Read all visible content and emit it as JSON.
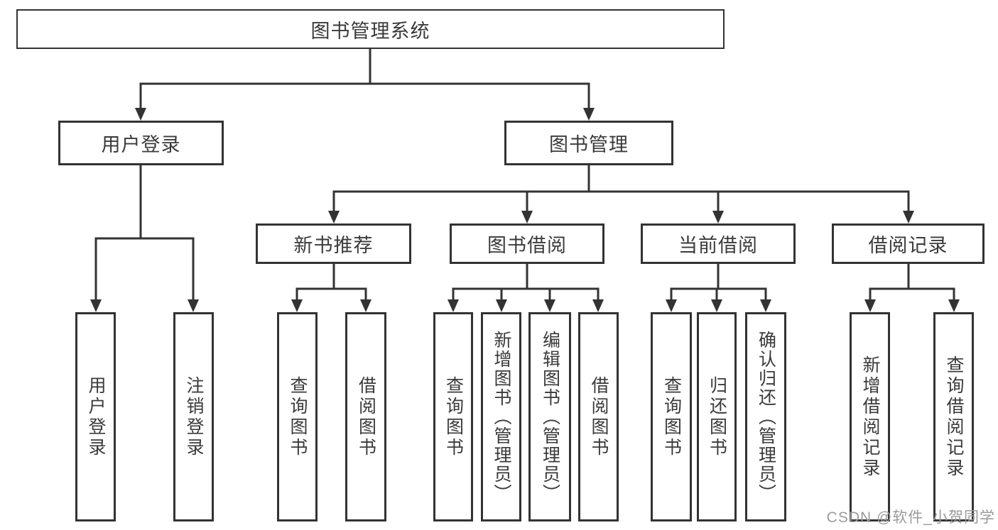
{
  "diagram_title": "图书管理系统",
  "nodes": {
    "root": "图书管理系统",
    "user_login": "用户登录",
    "book_mgmt": "图书管理",
    "new_rec": "新书推荐",
    "borrow": "图书借阅",
    "current": "当前借阅",
    "records": "借阅记录",
    "l_user_login": "用户登录",
    "l_logout": "注销登录",
    "l_query1": "查询图书",
    "l_borrow1": "借阅图书",
    "l_query2": "查询图书",
    "l_add_book": "新增图书（管理员）",
    "l_edit_book": "编辑图书（管理员）",
    "l_borrow2": "借阅图书",
    "l_query3": "查询图书",
    "l_return": "归还图书",
    "l_confirm": "确认归还（管理员）",
    "l_add_rec": "新增借阅记录",
    "l_query_rec": "查询借阅记录"
  },
  "hierarchy": {
    "图书管理系统": {
      "用户登录": [
        "用户登录",
        "注销登录"
      ],
      "图书管理": {
        "新书推荐": [
          "查询图书",
          "借阅图书"
        ],
        "图书借阅": [
          "查询图书",
          "新增图书（管理员）",
          "编辑图书（管理员）",
          "借阅图书"
        ],
        "当前借阅": [
          "查询图书",
          "归还图书",
          "确认归还（管理员）"
        ],
        "借阅记录": [
          "新增借阅记录",
          "查询借阅记录"
        ]
      }
    }
  },
  "watermark": "CSDN @软件_小贺同学",
  "colors": {
    "line": "#333333",
    "box_border": "#333333",
    "text": "#3a3a3a",
    "watermark": "#9b9b9b",
    "background": "#ffffff"
  }
}
